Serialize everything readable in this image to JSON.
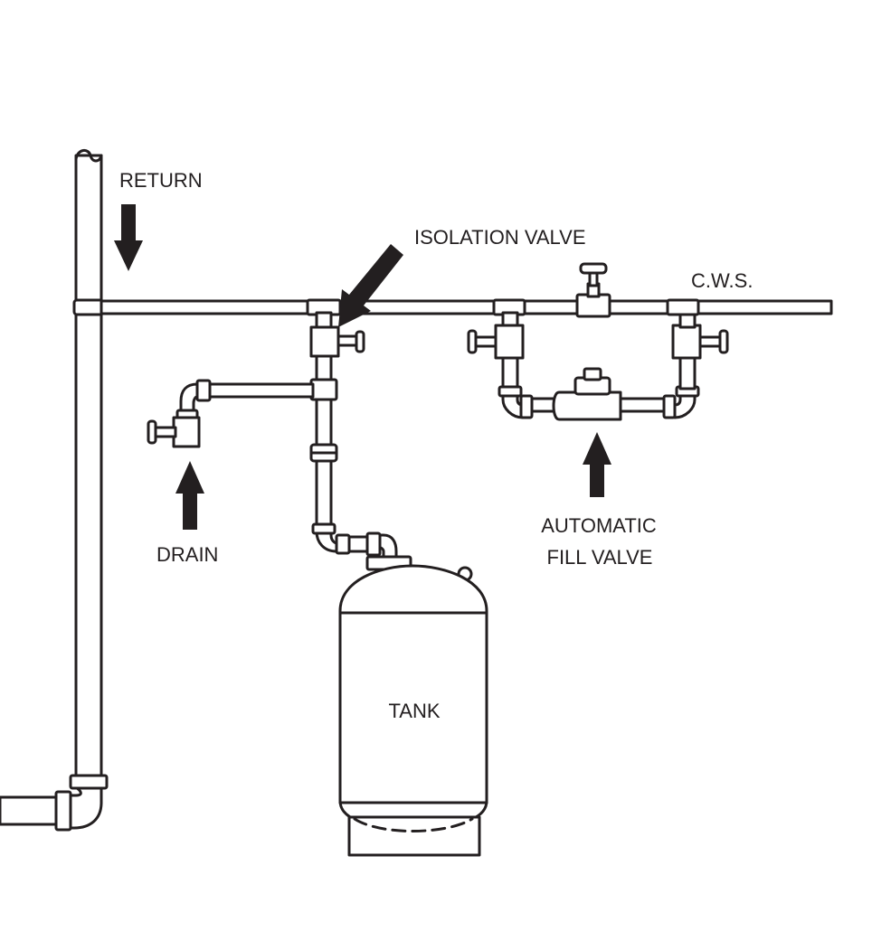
{
  "labels": {
    "return": "RETURN",
    "isolation_valve": "ISOLATION VALVE",
    "cws": "C.W.S.",
    "drain": "DRAIN",
    "automatic_fill_valve_line1": "AUTOMATIC",
    "automatic_fill_valve_line2": "FILL VALVE",
    "tank": "TANK"
  },
  "colors": {
    "line": "#231f20",
    "background": "#ffffff"
  }
}
